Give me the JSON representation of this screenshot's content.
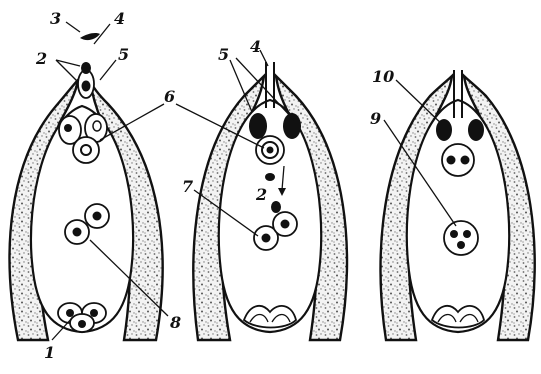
{
  "diagram": {
    "labels": [
      "1",
      "2",
      "3",
      "4",
      "5",
      "6",
      "7",
      "8",
      "9",
      "10"
    ],
    "repeated_labels": {
      "stage2_label_4": "4",
      "stage2_label_5": "5",
      "stage2_label_2": "2"
    }
  },
  "colors": {
    "ink": "#111111",
    "background": "#ffffff",
    "wall_speckle": "#8a8a8a"
  }
}
